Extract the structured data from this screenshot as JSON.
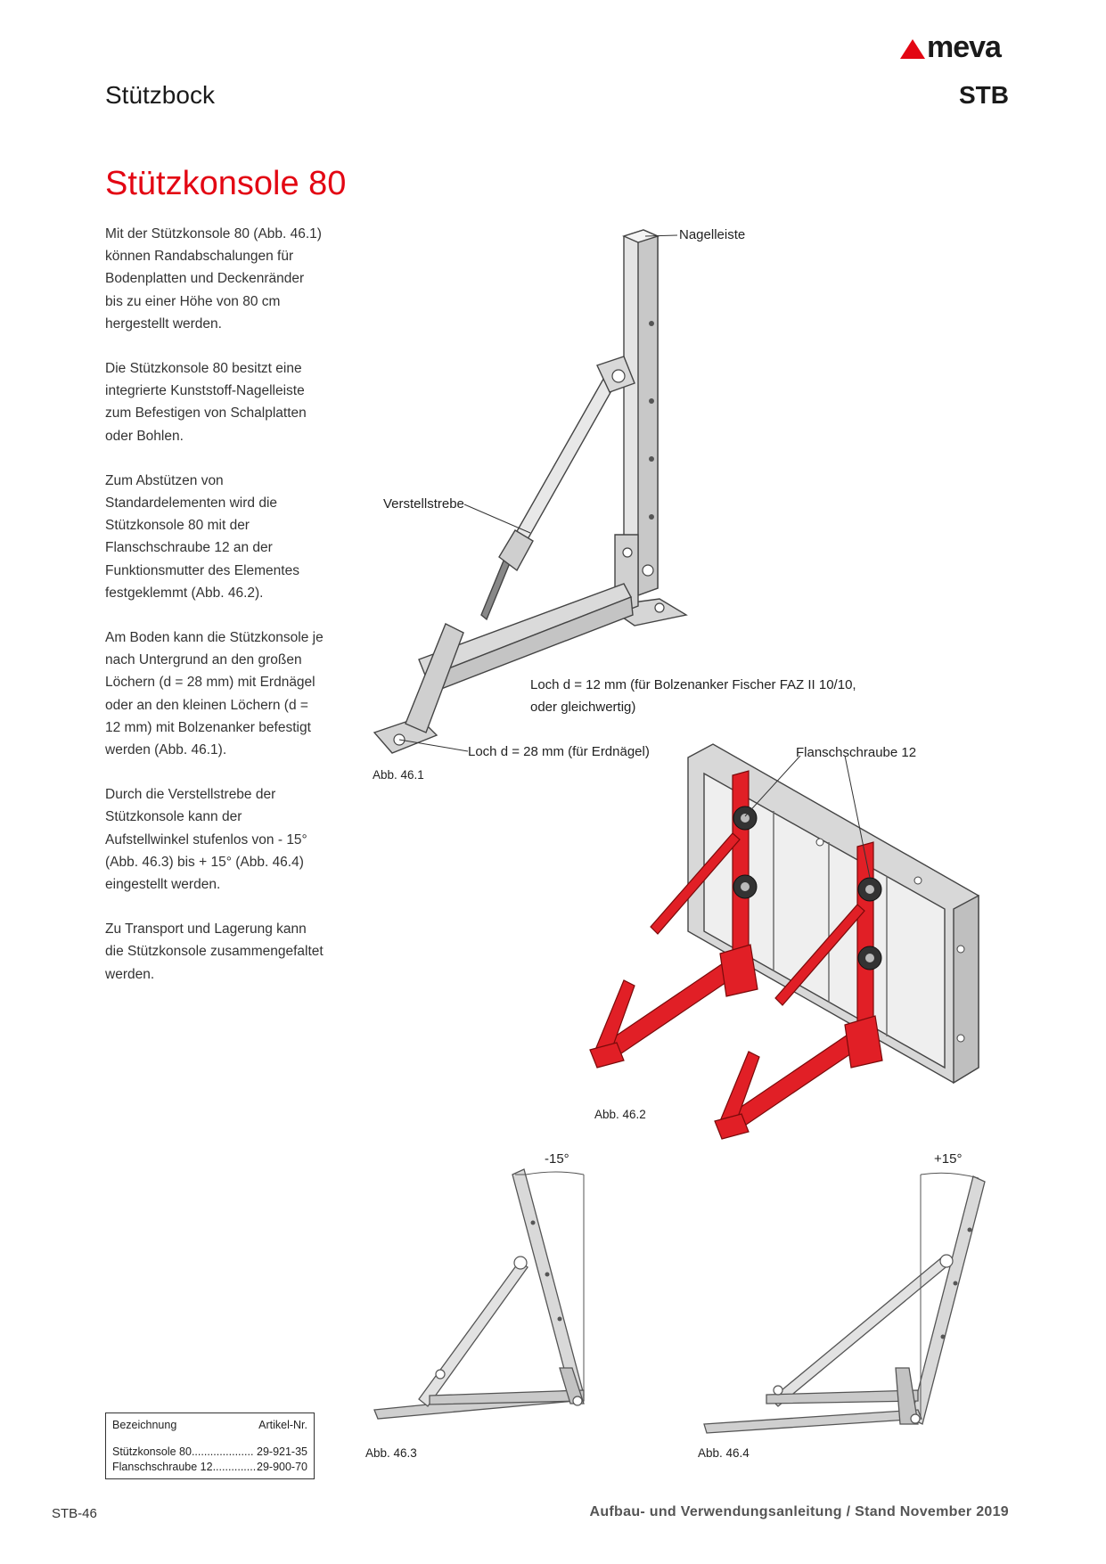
{
  "brand": {
    "name": "meva",
    "accent": "#e30613"
  },
  "header": {
    "section": "Stützbock",
    "product_code": "STB"
  },
  "heading": "Stützkonsole 80",
  "paragraphs": [
    "Mit der Stützkonsole 80 (Abb. 46.1) können Randabschalungen für Bodenplatten und Deckenränder bis zu einer Höhe von 80 cm hergestellt werden.",
    "Die Stützkonsole 80 besitzt eine integrierte Kunststoff-Nagelleiste zum Befestigen von Schalplatten oder Bohlen.",
    "Zum Abstützen von Standardelementen wird die Stützkonsole 80 mit der Flanschschraube 12 an der Funktionsmutter des Elementes festgeklemmt (Abb. 46.2).",
    "Am Boden kann die Stützkonsole je nach Untergrund an den großen Löchern (d = 28 mm) mit Erdnägel oder an den kleinen Löchern (d = 12 mm) mit Bolzenanker befestigt werden (Abb. 46.1).",
    "Durch die Verstellstrebe der Stützkonsole kann der Aufstellwinkel stufenlos von - 15° (Abb. 46.3) bis + 15° (Abb. 46.4) eingestellt werden.",
    "Zu Transport und Lagerung kann die Stützkonsole zusammengefaltet werden."
  ],
  "figure_46_1": {
    "caption": "Abb. 46.1",
    "labels": {
      "nagelleiste": "Nagelleiste",
      "verstellstrebe": "Verstellstrebe",
      "loch12_line1": "Loch d = 12 mm (für Bolzenanker Fischer FAZ II 10/10,",
      "loch12_line2": "oder gleichwertig)",
      "loch28": "Loch d = 28 mm (für Erdnägel)"
    }
  },
  "figure_46_2": {
    "caption": "Abb. 46.2",
    "label": "Flanschschraube 12"
  },
  "figure_46_3": {
    "caption": "Abb. 46.3",
    "angle": "-15°"
  },
  "figure_46_4": {
    "caption": "Abb. 46.4",
    "angle": "+15°"
  },
  "parts_table": {
    "headers": [
      "Bezeichnung",
      "Artikel-Nr."
    ],
    "rows": [
      {
        "name": "Stützkonsole 80",
        "dots": "....................",
        "number": "29-921-35"
      },
      {
        "name": "Flanschschraube 12",
        "dots": "..............",
        "number": "29-900-70"
      }
    ]
  },
  "footer": {
    "page": "STB-46",
    "doc": "Aufbau- und Verwendungsanleitung / Stand November 2019"
  }
}
